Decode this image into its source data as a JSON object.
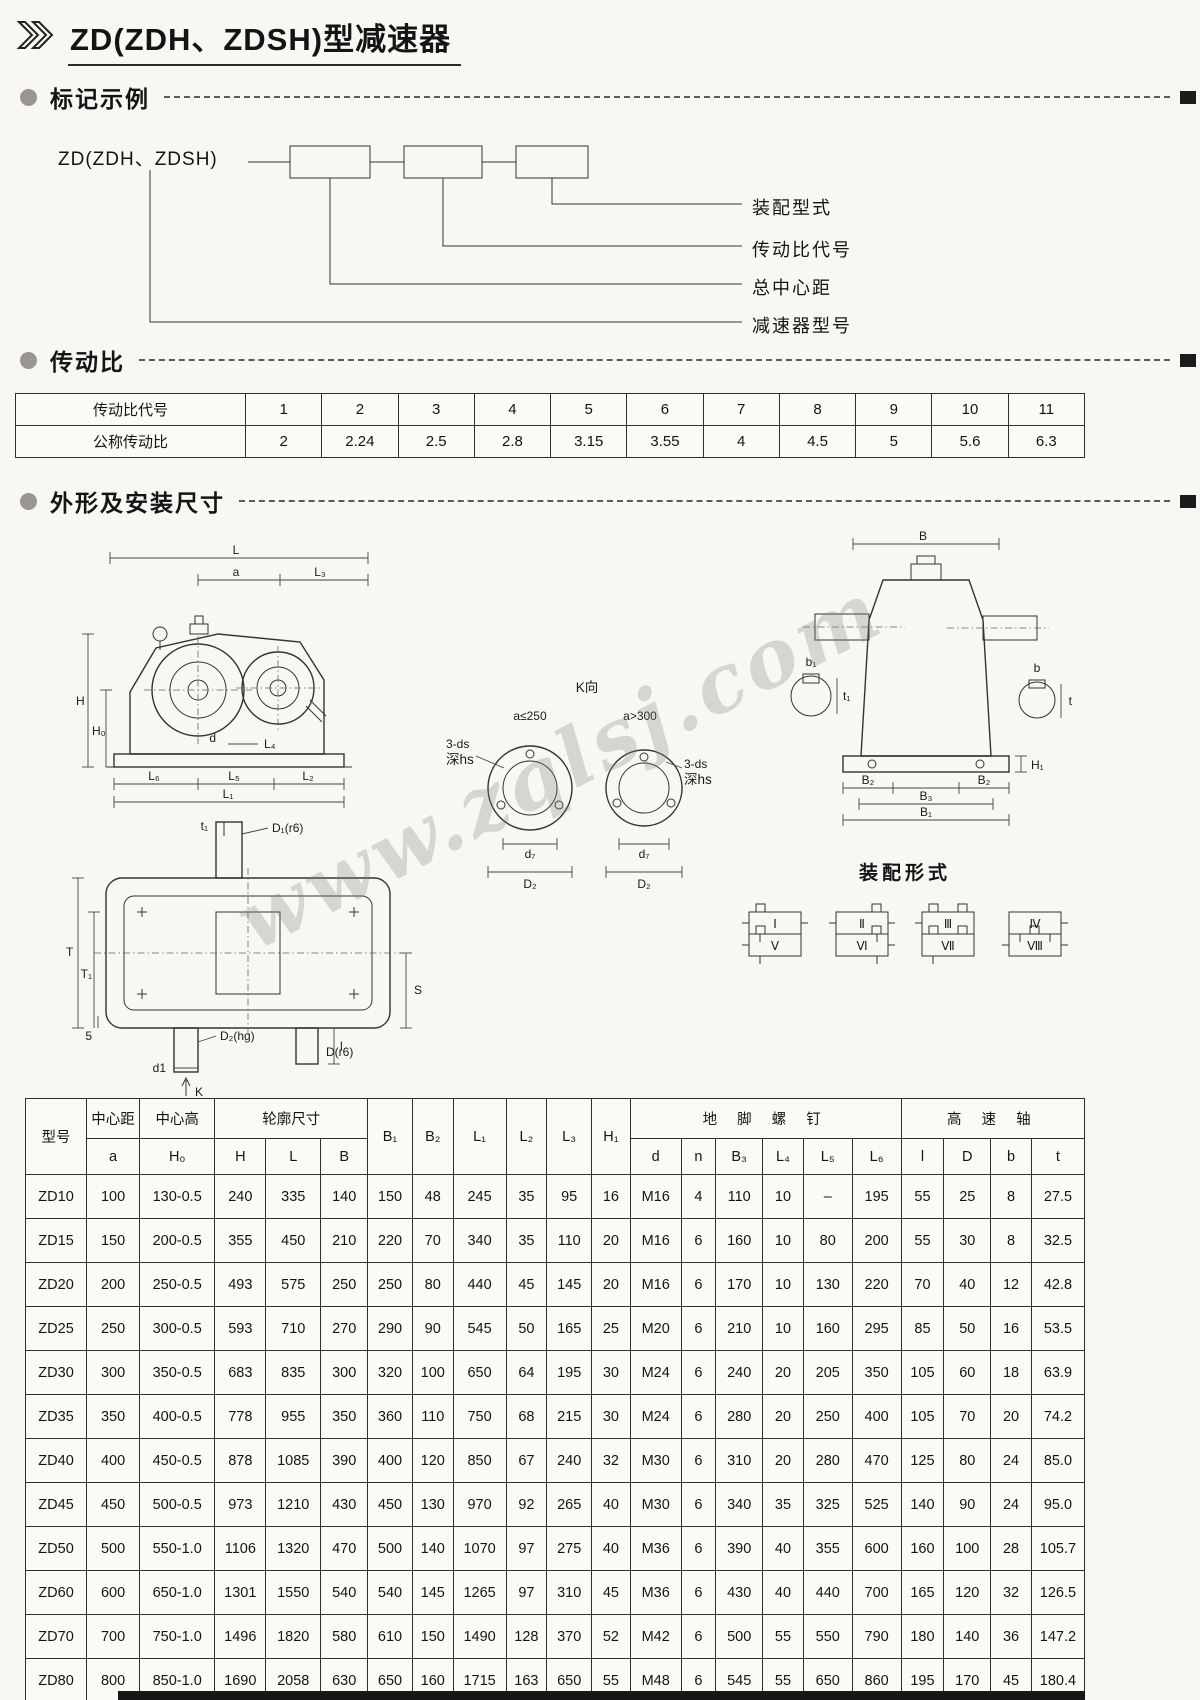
{
  "page": {
    "title": "ZD(ZDH、ZDSH)型减速器"
  },
  "marking": {
    "title": "标记示例",
    "prefix": "ZD(ZDH、ZDSH)",
    "labels": [
      "装配型式",
      "传动比代号",
      "总中心距",
      "减速器型号"
    ]
  },
  "ratio": {
    "title": "传动比",
    "row1_label": "传动比代号",
    "row2_label": "公称传动比",
    "codes": [
      "1",
      "2",
      "3",
      "4",
      "5",
      "6",
      "7",
      "8",
      "9",
      "10",
      "11"
    ],
    "values": [
      "2",
      "2.24",
      "2.5",
      "2.8",
      "3.15",
      "3.55",
      "4",
      "4.5",
      "5",
      "5.6",
      "6.3"
    ]
  },
  "dims_section": {
    "title": "外形及安装尺寸"
  },
  "dw": {
    "front": {
      "L": "L",
      "a": "a",
      "L3": "L₃",
      "H": "H",
      "H0": "H₀",
      "d": "d",
      "L4": "L₄",
      "L6": "L₆",
      "L5": "L₅",
      "L2": "L₂",
      "L1": "L₁"
    },
    "k": {
      "title": "K向",
      "c1": "a≤250",
      "c2": "a>300",
      "holes": "3-ds",
      "depth": "深hs",
      "D2": "D₂",
      "d7": "d₇"
    },
    "side": {
      "B": "B",
      "b1": "b₁",
      "b": "b",
      "t1": "t₁",
      "t": "t",
      "H1": "H₁",
      "B2": "B₂",
      "B3": "B₃",
      "B1": "B₁"
    },
    "top": {
      "D1": "D₁(r6)",
      "t1": "t₁",
      "T": "T",
      "T1": "T₁",
      "five": "5",
      "D2": "D₂(hg)",
      "d1": "d1",
      "D": "D(r6)",
      "K": "K",
      "S": "S",
      "l": "l"
    },
    "assembly": {
      "title": "装配形式",
      "items": [
        "Ⅰ",
        "Ⅱ",
        "Ⅲ",
        "Ⅳ",
        "Ⅴ",
        "Ⅵ",
        "Ⅶ",
        "Ⅷ"
      ]
    },
    "watermark": "www.zqlsj.com"
  },
  "table": {
    "headers": {
      "model": "型号",
      "center_distance": "中心距",
      "center_height": "中心高",
      "outline": "轮廓尺寸",
      "anchor_bolt": "地 脚 螺 钉",
      "high_speed_shaft": "高 速 轴",
      "a": "a",
      "H0": "H₀",
      "H": "H",
      "L": "L",
      "B": "B",
      "B1": "B₁",
      "B2": "B₂",
      "L1": "L₁",
      "L2": "L₂",
      "L3": "L₃",
      "H1": "H₁",
      "d": "d",
      "n": "n",
      "B3": "B₃",
      "L4": "L₄",
      "L5": "L₅",
      "L6": "L₆",
      "l": "l",
      "D": "D",
      "b": "b",
      "t": "t"
    },
    "rows": [
      [
        "ZD10",
        "100",
        "130-0.5",
        "240",
        "335",
        "140",
        "150",
        "48",
        "245",
        "35",
        "95",
        "16",
        "M16",
        "4",
        "110",
        "10",
        "–",
        "195",
        "55",
        "25",
        "8",
        "27.5"
      ],
      [
        "ZD15",
        "150",
        "200-0.5",
        "355",
        "450",
        "210",
        "220",
        "70",
        "340",
        "35",
        "110",
        "20",
        "M16",
        "6",
        "160",
        "10",
        "80",
        "200",
        "55",
        "30",
        "8",
        "32.5"
      ],
      [
        "ZD20",
        "200",
        "250-0.5",
        "493",
        "575",
        "250",
        "250",
        "80",
        "440",
        "45",
        "145",
        "20",
        "M16",
        "6",
        "170",
        "10",
        "130",
        "220",
        "70",
        "40",
        "12",
        "42.8"
      ],
      [
        "ZD25",
        "250",
        "300-0.5",
        "593",
        "710",
        "270",
        "290",
        "90",
        "545",
        "50",
        "165",
        "25",
        "M20",
        "6",
        "210",
        "10",
        "160",
        "295",
        "85",
        "50",
        "16",
        "53.5"
      ],
      [
        "ZD30",
        "300",
        "350-0.5",
        "683",
        "835",
        "300",
        "320",
        "100",
        "650",
        "64",
        "195",
        "30",
        "M24",
        "6",
        "240",
        "20",
        "205",
        "350",
        "105",
        "60",
        "18",
        "63.9"
      ],
      [
        "ZD35",
        "350",
        "400-0.5",
        "778",
        "955",
        "350",
        "360",
        "110",
        "750",
        "68",
        "215",
        "30",
        "M24",
        "6",
        "280",
        "20",
        "250",
        "400",
        "105",
        "70",
        "20",
        "74.2"
      ],
      [
        "ZD40",
        "400",
        "450-0.5",
        "878",
        "1085",
        "390",
        "400",
        "120",
        "850",
        "67",
        "240",
        "32",
        "M30",
        "6",
        "310",
        "20",
        "280",
        "470",
        "125",
        "80",
        "24",
        "85.0"
      ],
      [
        "ZD45",
        "450",
        "500-0.5",
        "973",
        "1210",
        "430",
        "450",
        "130",
        "970",
        "92",
        "265",
        "40",
        "M30",
        "6",
        "340",
        "35",
        "325",
        "525",
        "140",
        "90",
        "24",
        "95.0"
      ],
      [
        "ZD50",
        "500",
        "550-1.0",
        "1106",
        "1320",
        "470",
        "500",
        "140",
        "1070",
        "97",
        "275",
        "40",
        "M36",
        "6",
        "390",
        "40",
        "355",
        "600",
        "160",
        "100",
        "28",
        "105.7"
      ],
      [
        "ZD60",
        "600",
        "650-1.0",
        "1301",
        "1550",
        "540",
        "540",
        "145",
        "1265",
        "97",
        "310",
        "45",
        "M36",
        "6",
        "430",
        "40",
        "440",
        "700",
        "165",
        "120",
        "32",
        "126.5"
      ],
      [
        "ZD70",
        "700",
        "750-1.0",
        "1496",
        "1820",
        "580",
        "610",
        "150",
        "1490",
        "128",
        "370",
        "52",
        "M42",
        "6",
        "500",
        "55",
        "550",
        "790",
        "180",
        "140",
        "36",
        "147.2"
      ],
      [
        "ZD80",
        "800",
        "850-1.0",
        "1690",
        "2058",
        "630",
        "650",
        "160",
        "1715",
        "163",
        "650",
        "55",
        "M48",
        "6",
        "545",
        "55",
        "650",
        "860",
        "195",
        "170",
        "45",
        "180.4"
      ]
    ]
  }
}
